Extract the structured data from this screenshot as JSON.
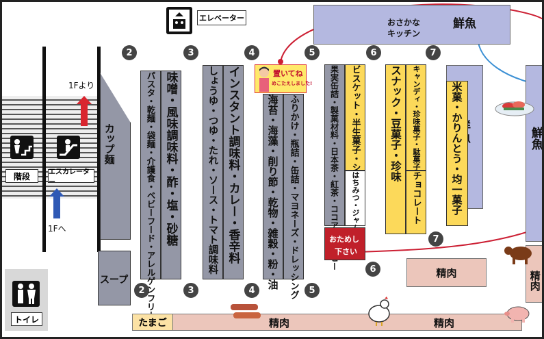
{
  "elevator": {
    "label": "エレベーター"
  },
  "fish_top": {
    "label": "鮮魚",
    "kitchen_line1": "おさかな",
    "kitchen_line2": "キッチン"
  },
  "fish_right": {
    "label": "鮮魚"
  },
  "fish_right_edge": {
    "label": "鮮魚"
  },
  "stairs": {
    "label": "階段"
  },
  "escalator": {
    "label": "エスカレーター"
  },
  "from_1f": {
    "label": "1Fより"
  },
  "to_1f": {
    "label": "1Fへ"
  },
  "toilet": {
    "label": "トイレ"
  },
  "cup_noodle": {
    "label": "カップ麺"
  },
  "soup": {
    "label": "スープ"
  },
  "eggs": {
    "label": "たまご"
  },
  "meat_bottom_1": {
    "label": "精肉"
  },
  "meat_bottom_2": {
    "label": "精肉"
  },
  "meat_middle": {
    "label": "精肉"
  },
  "meat_right": {
    "label": "精肉"
  },
  "aisle_numbers": {
    "n2": "2",
    "n3": "3",
    "n4": "4",
    "n5": "5",
    "n6": "6",
    "n7": "7"
  },
  "shelves": {
    "s2a": "パスタ・乾麺・袋麺・介護食・ベビーフード・アレルゲンフリー",
    "s2b": "味噌・風味調味料・酢・塩・砂糖",
    "s3a": "しょうゆ・つゆ・たれ・ソース・トマト調味料",
    "s3b": "インスタント調味料・カレー・香辛料",
    "s4a": "海苔・海藻・削り節・乾物・雑穀・粉・油",
    "s4b": "ふりかけ・瓶詰・缶詰・マヨネーズ・ドレッシング",
    "s5a": "果実缶詰・製菓材料・日本茶・紅茶・ココア・コーヒー",
    "s5b": "ビスケット・半生菓子・シリアル",
    "s5c": "はちみつ・ジャム",
    "s6": "スナック・豆菓子・珍味",
    "s6b": "キャンディ・珍味菓子・駄菓子・グミ",
    "s6c": "チョコレート",
    "s7": "米菓・かりんとう・均一菓子"
  },
  "trial": {
    "line1": "おためし",
    "line2": "下さい"
  },
  "sign": {
    "line1": "置いてね",
    "line2": "めこたえしました!"
  },
  "colors": {
    "shelf_gray": "#9497a6",
    "fish_blue": "#b4b8e0",
    "meat_pink": "#ecc6bb",
    "snack_yellow": "#fcd95a",
    "trial_red": "#c0202a",
    "route_red": "#cc1f33",
    "route_blue": "#3a8fd4"
  }
}
